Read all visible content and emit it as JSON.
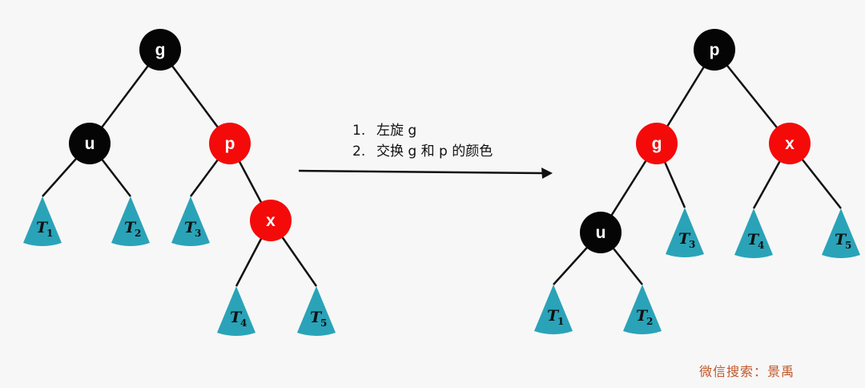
{
  "trees": {
    "before": {
      "nodes": [
        {
          "id": "g",
          "label": "g",
          "color": "black"
        },
        {
          "id": "u",
          "label": "u",
          "color": "black"
        },
        {
          "id": "p",
          "label": "p",
          "color": "red"
        },
        {
          "id": "x",
          "label": "x",
          "color": "red"
        }
      ],
      "subtrees": [
        {
          "id": "T1",
          "letter": "T",
          "subscript": "1"
        },
        {
          "id": "T2",
          "letter": "T",
          "subscript": "2"
        },
        {
          "id": "T3",
          "letter": "T",
          "subscript": "3"
        },
        {
          "id": "T4",
          "letter": "T",
          "subscript": "4"
        },
        {
          "id": "T5",
          "letter": "T",
          "subscript": "5"
        }
      ]
    },
    "after": {
      "nodes": [
        {
          "id": "p",
          "label": "p",
          "color": "black"
        },
        {
          "id": "g",
          "label": "g",
          "color": "red"
        },
        {
          "id": "x",
          "label": "x",
          "color": "red"
        },
        {
          "id": "u",
          "label": "u",
          "color": "black"
        }
      ],
      "subtrees": [
        {
          "id": "T1",
          "letter": "T",
          "subscript": "1"
        },
        {
          "id": "T2",
          "letter": "T",
          "subscript": "2"
        },
        {
          "id": "T3",
          "letter": "T",
          "subscript": "3"
        },
        {
          "id": "T4",
          "letter": "T",
          "subscript": "4"
        },
        {
          "id": "T5",
          "letter": "T",
          "subscript": "5"
        }
      ]
    }
  },
  "steps": [
    {
      "num": "1.",
      "text": "左旋 g"
    },
    {
      "num": "2.",
      "text": "交换 g 和 p 的颜色"
    }
  ],
  "watermark": "微信搜索：景禹",
  "colors": {
    "black_node": "#050505",
    "red_node": "#f50a0a",
    "subtree": "#2aa3b8",
    "edge": "#111111",
    "arrow": "#111111",
    "watermark": "#c0572a"
  }
}
